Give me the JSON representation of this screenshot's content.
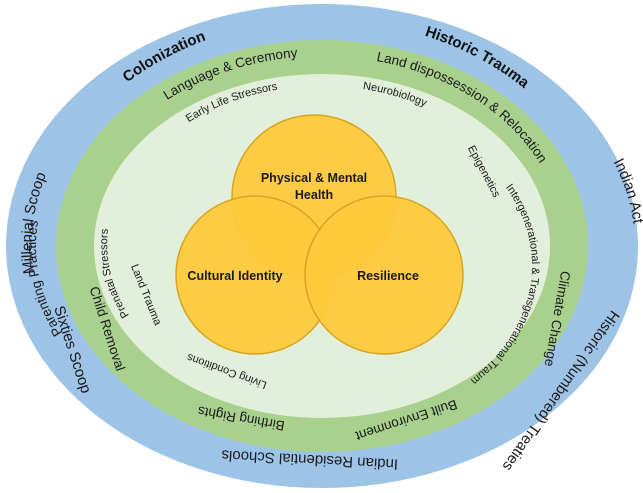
{
  "outer_ring": {
    "top_left_bold": "Colonization",
    "top_right_bold": "Historic Trauma",
    "left_upper": "Millenial Scoop",
    "left_lower": "Sixties Scoop",
    "bottom": "Indian Residential Schools",
    "right_lower": "Historic (Numbered) Treaties",
    "right_upper": "Indian Act"
  },
  "middle_ring": {
    "top": "Language & Ceremony",
    "top_right": "Land dispossession & Relocation",
    "left_upper": "Parenting Practices",
    "left_lower": "Child Removal",
    "bottom_left": "Birthing Rights",
    "bottom_right": "Built Environment",
    "right": "Climate Change"
  },
  "inner_ring": {
    "top_left": "Early Life Stressors",
    "top_right": "Neurobiology",
    "right_upper": "Epigenetics",
    "right": "Intergenerational & Transgenerational Trauma",
    "left_upper": "Prenatal Stressors",
    "left_lower": "Land Trauma",
    "bottom_left": "Living Conditions"
  },
  "core": {
    "top_line1": "Physical & Mental",
    "top_line2": "Health",
    "left": "Cultural Identity",
    "right": "Resilience"
  },
  "colors": {
    "outer": "#9dc3e6",
    "middle": "#a9d18e",
    "inner": "#e2efda",
    "core_fill": "#ffc93c",
    "core_stroke": "#d9a520"
  }
}
